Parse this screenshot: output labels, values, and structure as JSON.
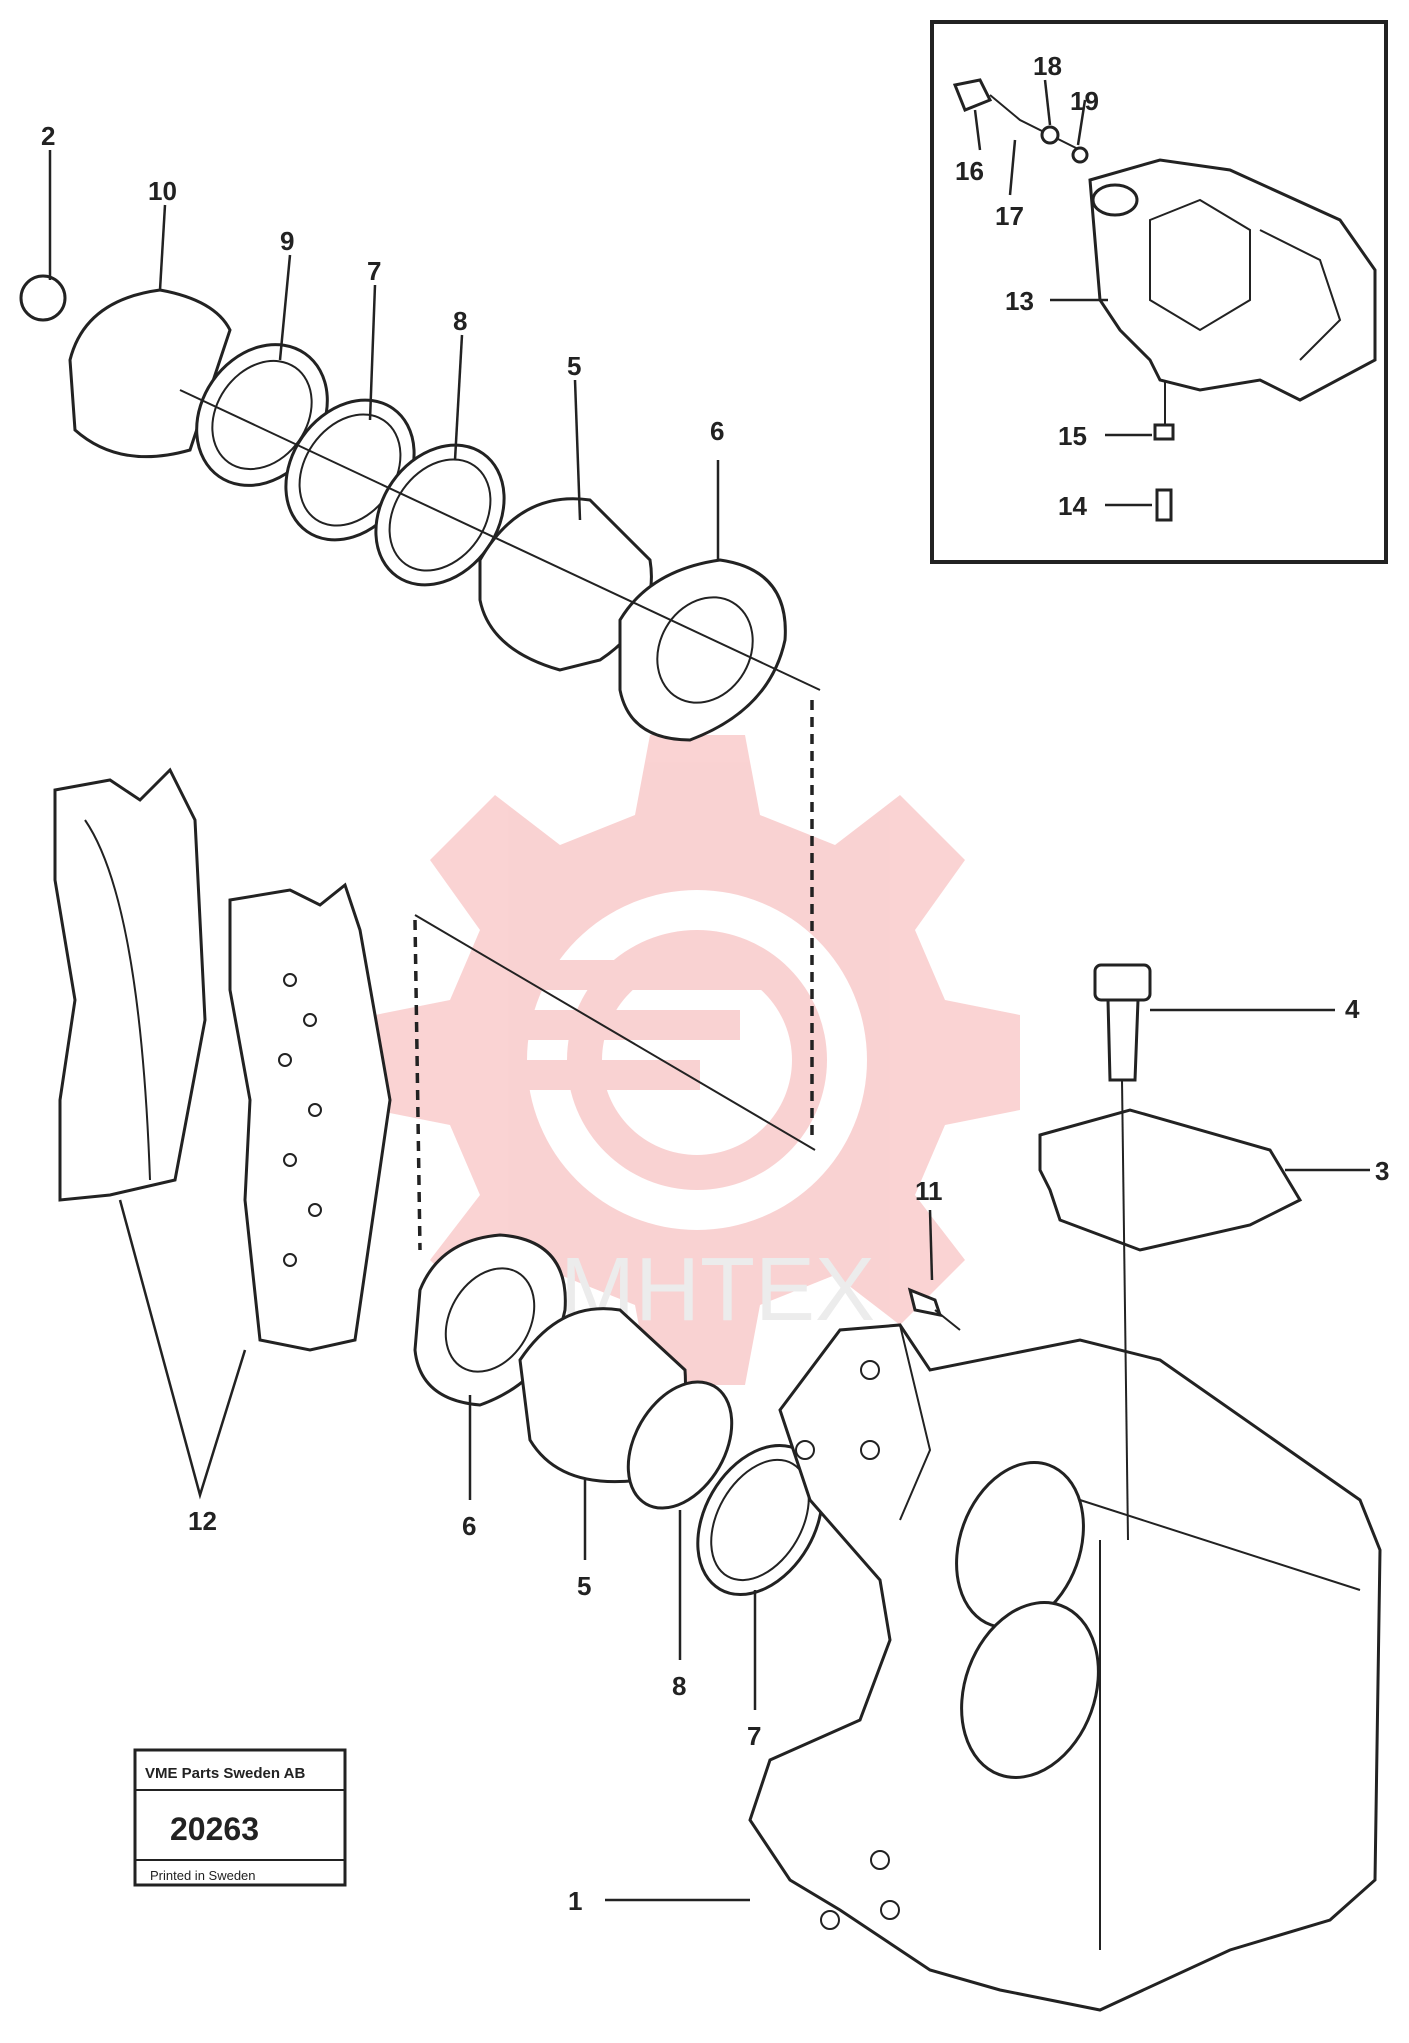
{
  "diagram": {
    "watermark": {
      "text": "MHTEX",
      "color": "#f2a0a0"
    },
    "ink_color": "#222222",
    "callouts": {
      "c1": "1",
      "c2": "2",
      "c3": "3",
      "c4": "4",
      "c5a": "5",
      "c5b": "5",
      "c6a": "6",
      "c6b": "6",
      "c7a": "7",
      "c7b": "7",
      "c8a": "8",
      "c8b": "8",
      "c9": "9",
      "c10": "10",
      "c11": "11",
      "c12": "12",
      "c13": "13",
      "c14": "14",
      "c15": "15",
      "c16": "16",
      "c17": "17",
      "c18": "18",
      "c19": "19"
    },
    "stamp": {
      "header": "VME Parts Sweden AB",
      "number": "20263",
      "footer": "Printed in Sweden"
    }
  }
}
